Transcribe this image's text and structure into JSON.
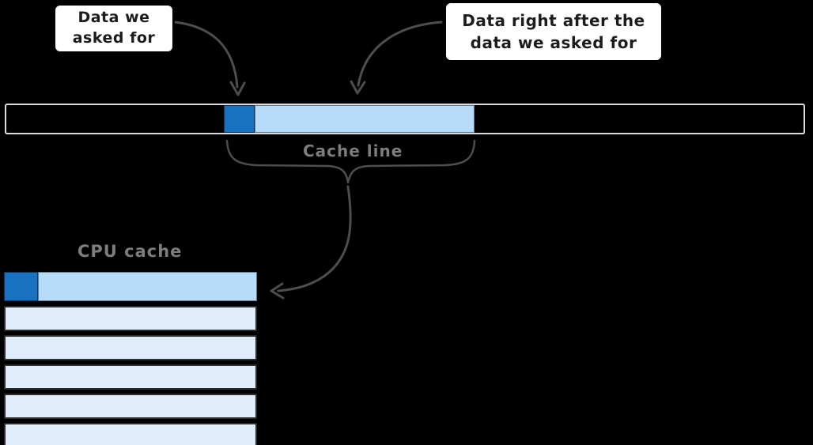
{
  "diagram": {
    "callout_requested": {
      "line1": "Data we",
      "line2": "asked for"
    },
    "callout_adjacent": {
      "line1": "Data right after the",
      "line2": "data we asked for"
    },
    "cache_line_label": "Cache line",
    "cpu_cache_title": "CPU cache",
    "cpu_cache": {
      "extra_rows": 5,
      "row_top_start": 387,
      "row_step": 37
    }
  },
  "colors": {
    "background": "#000000",
    "bar_outline": "#dcdcdc",
    "requested_block": "#1971c2",
    "cache_line_fill": "#b7dcf9",
    "cache_row_fill": "#e0eefc",
    "annotation_stroke": "#4d4d4d",
    "muted_label": "#7d7d7d",
    "callout_bg": "#ffffff",
    "callout_text": "#1c1c1c"
  }
}
